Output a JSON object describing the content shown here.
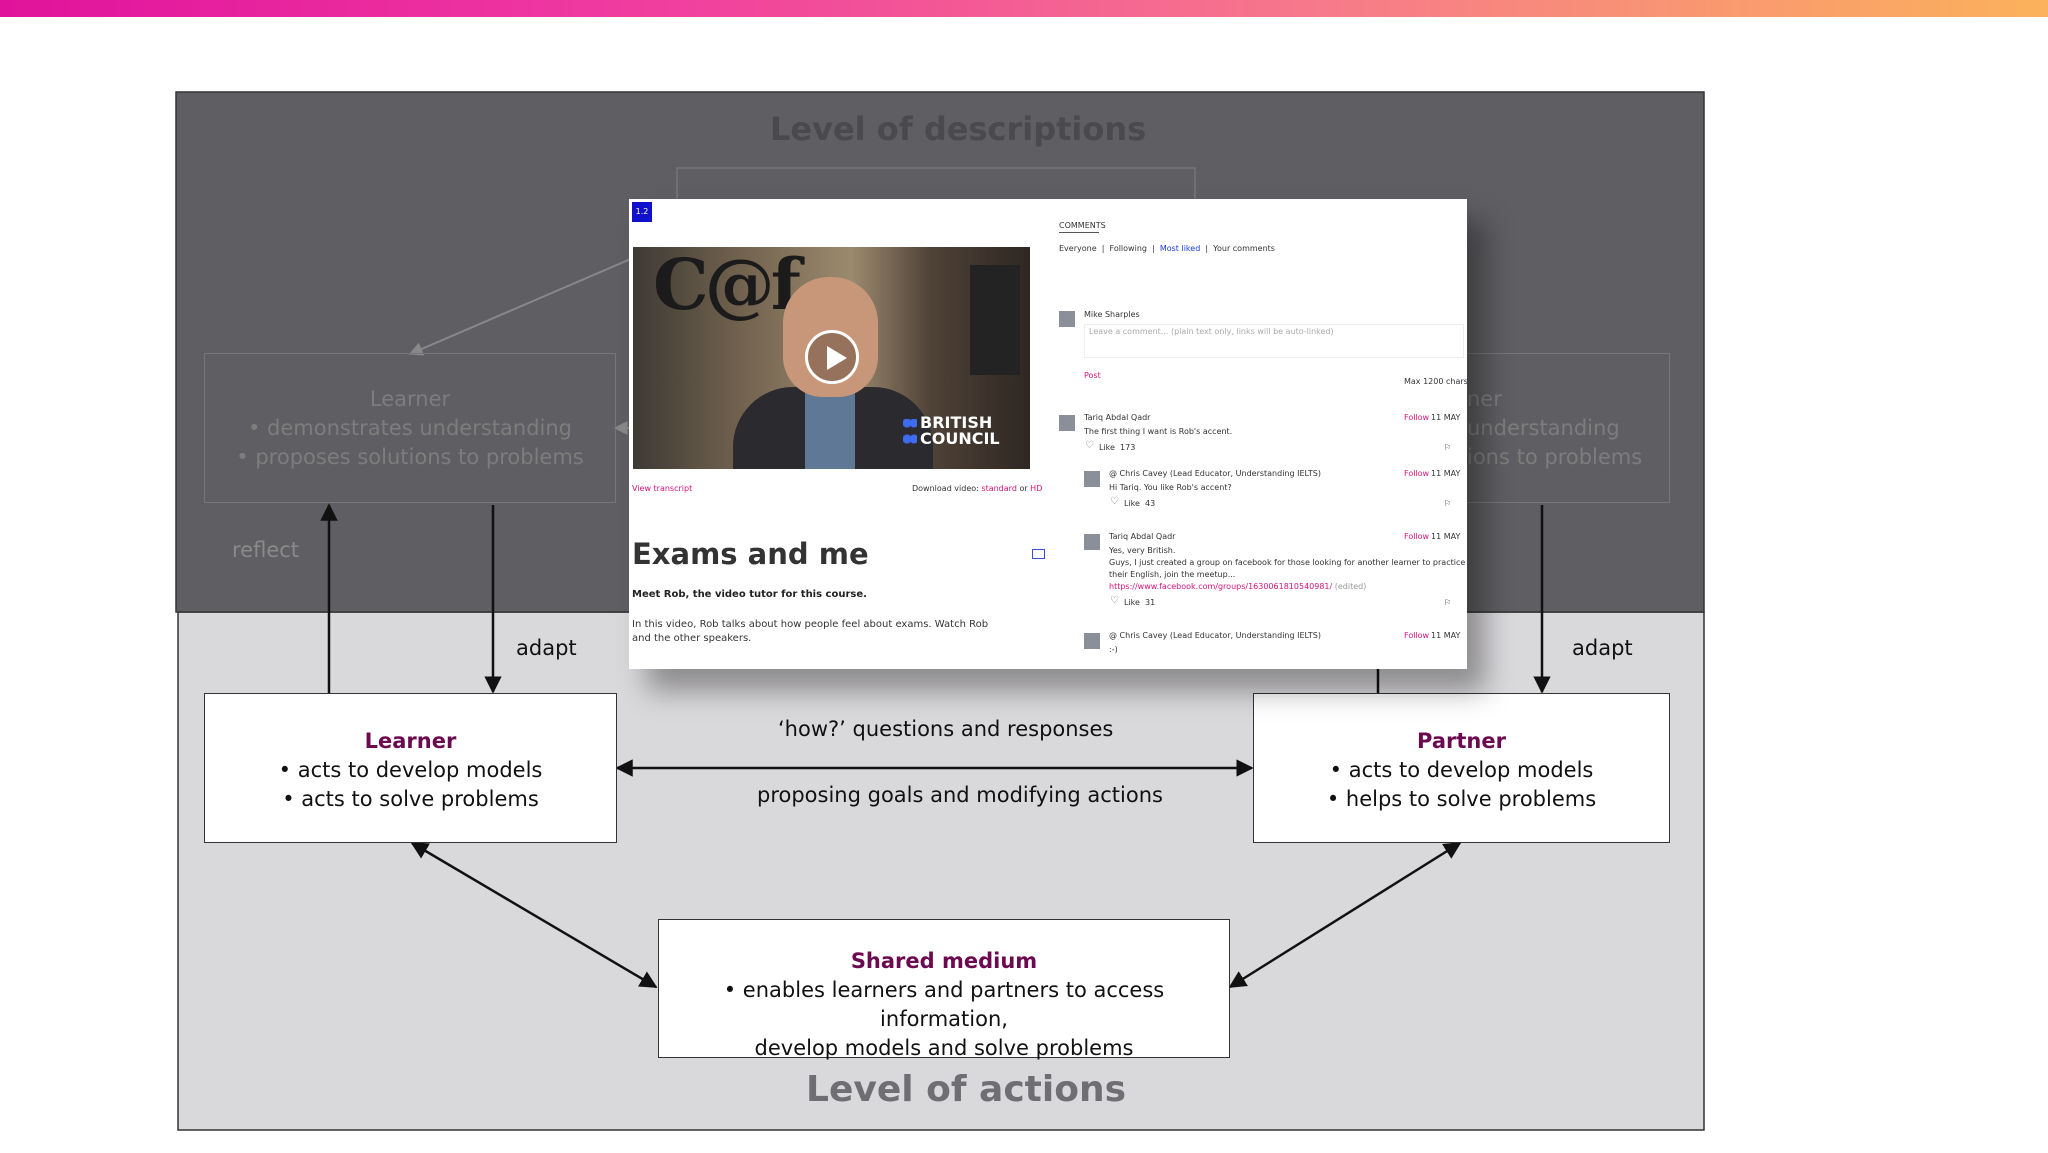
{
  "colors": {
    "accent_title": "#6b0a4f",
    "arrow": "#111111"
  },
  "diagram": {
    "top_title": "Level of descriptions",
    "bottom_title": "Level of actions",
    "ghost_learner": {
      "title": "Learner",
      "items": [
        "demonstrates understanding",
        "proposes solutions to problems"
      ]
    },
    "ghost_partner": {
      "title_fragment": "ner",
      "items": [
        "understanding",
        "ions to problems"
      ]
    },
    "label_reflect": "reflect",
    "label_adapt_left": "adapt",
    "label_adapt_right": "adapt",
    "learner": {
      "title": "Learner",
      "items": [
        "• acts to develop models",
        "• acts to solve problems"
      ]
    },
    "partner": {
      "title": "Partner",
      "items": [
        "• acts to develop models",
        "• helps to solve problems"
      ]
    },
    "link_top_label": "‘how?’ questions and responses",
    "link_bottom_label": "proposing goals and modifying actions",
    "shared": {
      "title": "Shared medium",
      "line1": "• enables learners and partners to access information,",
      "line2": "develop models and solve problems"
    }
  },
  "screenshot": {
    "step_badge": "1.2",
    "video_brand": [
      "BRITISH",
      "COUNCIL"
    ],
    "view_transcript": "View transcript",
    "download_label": "Download video:",
    "download_standard": "standard",
    "download_or": "or",
    "download_hd": "HD",
    "heading": "Exams and me",
    "subheading": "Meet Rob, the video tutor for this course.",
    "body": [
      "In this video, Rob talks about how people feel about exams. Watch Rob",
      "and the other speakers."
    ],
    "comments_header": "COMMENTS",
    "filters": [
      "Everyone",
      "Following",
      "Most liked",
      "Your comments"
    ],
    "commenter": "Mike Sharples",
    "comment_placeholder": "Leave a comment... (plain text only, links will be auto-linked)",
    "post": "Post",
    "max_chars": "Max 1200 chars",
    "comments": [
      {
        "author": "Tariq Abdal Qadr",
        "follow": "Follow",
        "date": "11 MAY",
        "text": [
          "The first thing I want is Rob's accent."
        ],
        "likes": "173"
      },
      {
        "author": "@ Chris Cavey (Lead Educator, Understanding IELTS)",
        "follow": "Follow",
        "date": "11 MAY",
        "text": [
          "Hi Tariq. You like Rob's accent?"
        ],
        "likes": "43"
      },
      {
        "author": "Tariq Abdal Qadr",
        "follow": "Follow",
        "date": "11 MAY",
        "text": [
          "Yes, very British.",
          "Guys, I just created a group on facebook for those looking for another learner to practice",
          "their English, join the meetup..."
        ],
        "link": "https://www.facebook.com/groups/1630061810540981/",
        "edited": "(edited)",
        "likes": "31"
      },
      {
        "author": "@ Chris Cavey (Lead Educator, Understanding IELTS)",
        "follow": "Follow",
        "date": "11 MAY",
        "text": [
          ":-)"
        ],
        "likes": ""
      }
    ],
    "like": "Like"
  }
}
